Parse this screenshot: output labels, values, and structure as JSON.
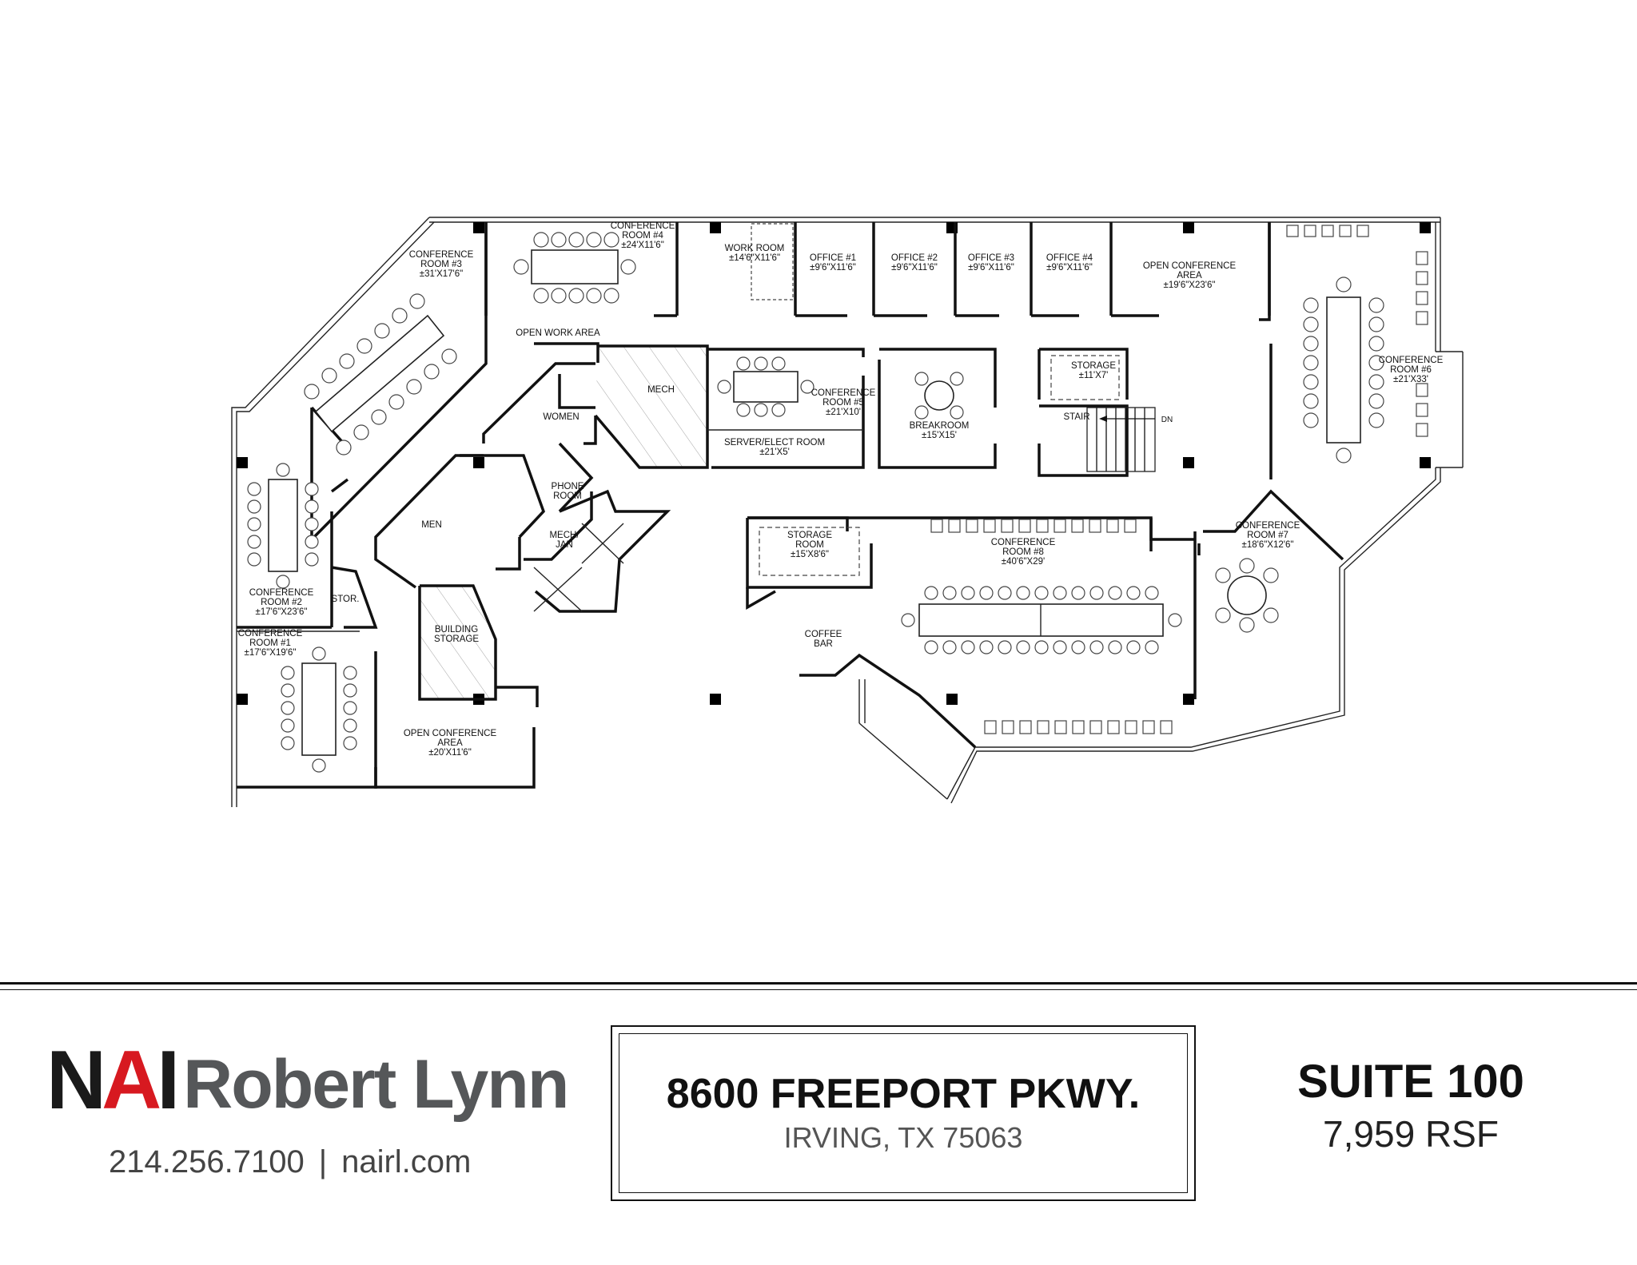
{
  "rooms": [
    {
      "id": "conf3",
      "lines": [
        "CONFERENCE",
        "ROOM #3",
        "±31'X17'6\""
      ]
    },
    {
      "id": "conf4",
      "lines": [
        "CONFERENCE",
        "ROOM #4",
        "±24'X11'6\""
      ]
    },
    {
      "id": "work",
      "lines": [
        "WORK ROOM",
        "±14'6\"X11'6\""
      ]
    },
    {
      "id": "off1",
      "lines": [
        "OFFICE #1",
        "±9'6\"X11'6\""
      ]
    },
    {
      "id": "off2",
      "lines": [
        "OFFICE #2",
        "±9'6\"X11'6\""
      ]
    },
    {
      "id": "off3",
      "lines": [
        "OFFICE #3",
        "±9'6\"X11'6\""
      ]
    },
    {
      "id": "off4",
      "lines": [
        "OFFICE #4",
        "±9'6\"X11'6\""
      ]
    },
    {
      "id": "openconf1",
      "lines": [
        "OPEN CONFERENCE",
        "AREA",
        "±19'6\"X23'6\""
      ]
    },
    {
      "id": "conf6",
      "lines": [
        "CONFERENCE",
        "ROOM #6",
        "±21'X33'"
      ]
    },
    {
      "id": "openwork",
      "lines": [
        "OPEN WORK AREA"
      ]
    },
    {
      "id": "mech",
      "lines": [
        "MECH"
      ]
    },
    {
      "id": "conf5",
      "lines": [
        "CONFERENCE",
        "ROOM #5",
        "±21'X10'"
      ]
    },
    {
      "id": "server",
      "lines": [
        "SERVER/ELECT ROOM",
        "±21'X5'"
      ]
    },
    {
      "id": "break",
      "lines": [
        "BREAKROOM",
        "±15'X15'"
      ]
    },
    {
      "id": "stor1",
      "lines": [
        "STORAGE",
        "±11'X7'"
      ]
    },
    {
      "id": "stair",
      "lines": [
        "STAIR"
      ]
    },
    {
      "id": "women",
      "lines": [
        "WOMEN"
      ]
    },
    {
      "id": "phone",
      "lines": [
        "PHONE",
        "ROOM"
      ]
    },
    {
      "id": "men",
      "lines": [
        "MEN"
      ]
    },
    {
      "id": "mechjan",
      "lines": [
        "MECH/",
        "JAN"
      ]
    },
    {
      "id": "conf2",
      "lines": [
        "CONFERENCE",
        "ROOM #2",
        "±17'6\"X23'6\""
      ]
    },
    {
      "id": "stor",
      "lines": [
        "STOR."
      ]
    },
    {
      "id": "conf1",
      "lines": [
        "CONFERENCE",
        "ROOM #1",
        "±17'6\"X19'6\""
      ]
    },
    {
      "id": "bldgstor",
      "lines": [
        "BUILDING",
        "STORAGE"
      ]
    },
    {
      "id": "openconf2",
      "lines": [
        "OPEN CONFERENCE",
        "AREA",
        "±20'X11'6\""
      ]
    },
    {
      "id": "stor2",
      "lines": [
        "STORAGE",
        "ROOM",
        "±15'X8'6\""
      ]
    },
    {
      "id": "conf8",
      "lines": [
        "CONFERENCE",
        "ROOM #8",
        "±40'6\"X29'"
      ]
    },
    {
      "id": "coffee",
      "lines": [
        "COFFEE",
        "BAR"
      ]
    },
    {
      "id": "conf7",
      "lines": [
        "CONFERENCE",
        "ROOM #7",
        "±18'6\"X12'6\""
      ]
    }
  ],
  "stair_dn": "DN",
  "footer": {
    "logo_nai_n": "N",
    "logo_nai_a": "A",
    "logo_nai_i": "I",
    "logo_company": "Robert Lynn",
    "phone": "214.256.7100",
    "separator": "|",
    "website": "nairl.com",
    "address_line1": "8600 FREEPORT PKWY.",
    "address_line2": "IRVING, TX 75063",
    "suite": "SUITE 100",
    "rsf": "7,959 RSF"
  },
  "colors": {
    "brand_red": "#d71920",
    "brand_gray": "#555759",
    "ink": "#111111"
  }
}
